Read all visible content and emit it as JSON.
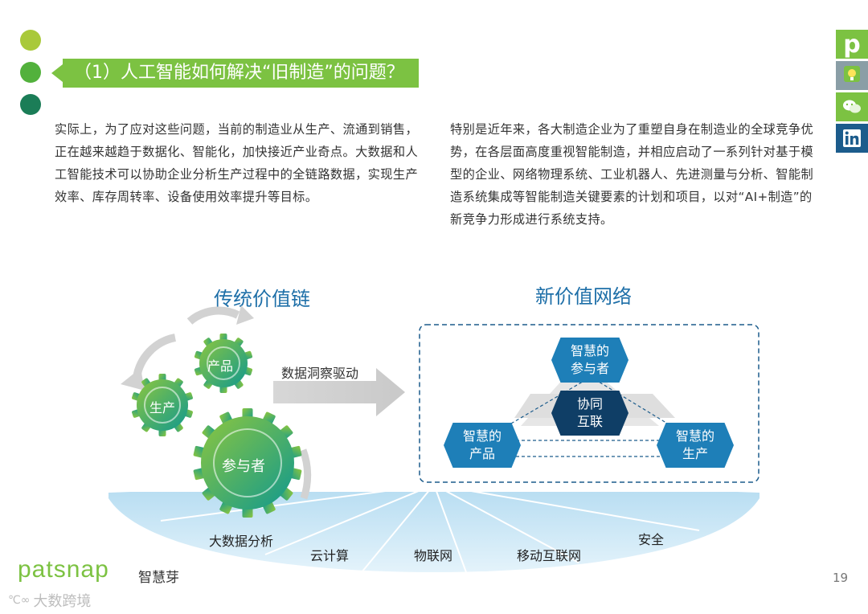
{
  "header": {
    "title": "（1）人工智能如何解决“旧制造”的问题？",
    "dot_colors": [
      "#a9c93a",
      "#52b13c",
      "#1b7d57"
    ]
  },
  "social": {
    "items": [
      {
        "name": "patsnap-p-icon",
        "glyph": "p",
        "color": "#7cc242"
      },
      {
        "name": "lightbulb-icon",
        "glyph": "💡",
        "color": "#8aa0a8"
      },
      {
        "name": "wechat-icon",
        "glyph": "✉",
        "color": "#6fb24a"
      },
      {
        "name": "linkedin-icon",
        "glyph": "in",
        "color": "#1c5c8c"
      }
    ]
  },
  "left_paragraph": "实际上，为了应对这些问题，当前的制造业从生产、流通到销售，正在越来越趋于数据化、智能化，加快接近产业奇点。大数据和人工智能技术可以协助企业分析生产过程中的全链路数据，实现生产效率、库存周转率、设备使用效率提升等目标。",
  "right_paragraph": "特别是近年来，各大制造企业为了重塑自身在制造业的全球竞争优势，在各层面高度重视智能制造，并相应启动了一系列针对基于模型的企业、网络物理系统、工业机器人、先进测量与分析、智能制造系统集成等智能制造关键要素的计划和项目，以对“AI+制造”的新竞争力形成进行系统支持。",
  "diagram": {
    "left_title": "传统价值链",
    "right_title": "新价值网络",
    "arrow_label": "数据洞察驱动",
    "gears": {
      "product": "产品",
      "production": "生产",
      "participant": "参与者"
    },
    "hexes": {
      "top": [
        "智慧的",
        "参与者"
      ],
      "center": [
        "协同",
        "互联"
      ],
      "left": [
        "智慧的",
        "产品"
      ],
      "right": [
        "智慧的",
        "生产"
      ]
    },
    "foundation": [
      "大数据分析",
      "云计算",
      "物联网",
      "移动互联网",
      "安全"
    ]
  },
  "footer": {
    "logo_text": "patsnap",
    "logo_cn": "智慧芽",
    "watermark": "大数跨境",
    "page_number": "19"
  }
}
